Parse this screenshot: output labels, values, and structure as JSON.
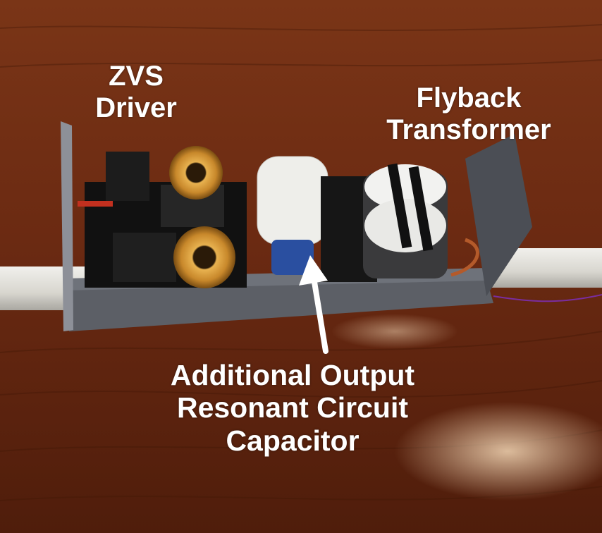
{
  "image": {
    "description_colors": {
      "wood": "#6b2a12",
      "pipe": "#d8d6cf",
      "chassis": "#5c5f66",
      "pcb": "#111111",
      "copper": "#c8882b",
      "label_text": "#ffffff"
    }
  },
  "labels": {
    "zvs": {
      "line1": "ZVS",
      "line2": "Driver"
    },
    "flyback": {
      "line1": "Flyback",
      "line2": "Transformer"
    },
    "capacitor": {
      "line1": "Additional Output",
      "line2": "Resonant Circuit",
      "line3": "Capacitor"
    }
  },
  "icons": {
    "pointer": "arrow-up-icon"
  }
}
